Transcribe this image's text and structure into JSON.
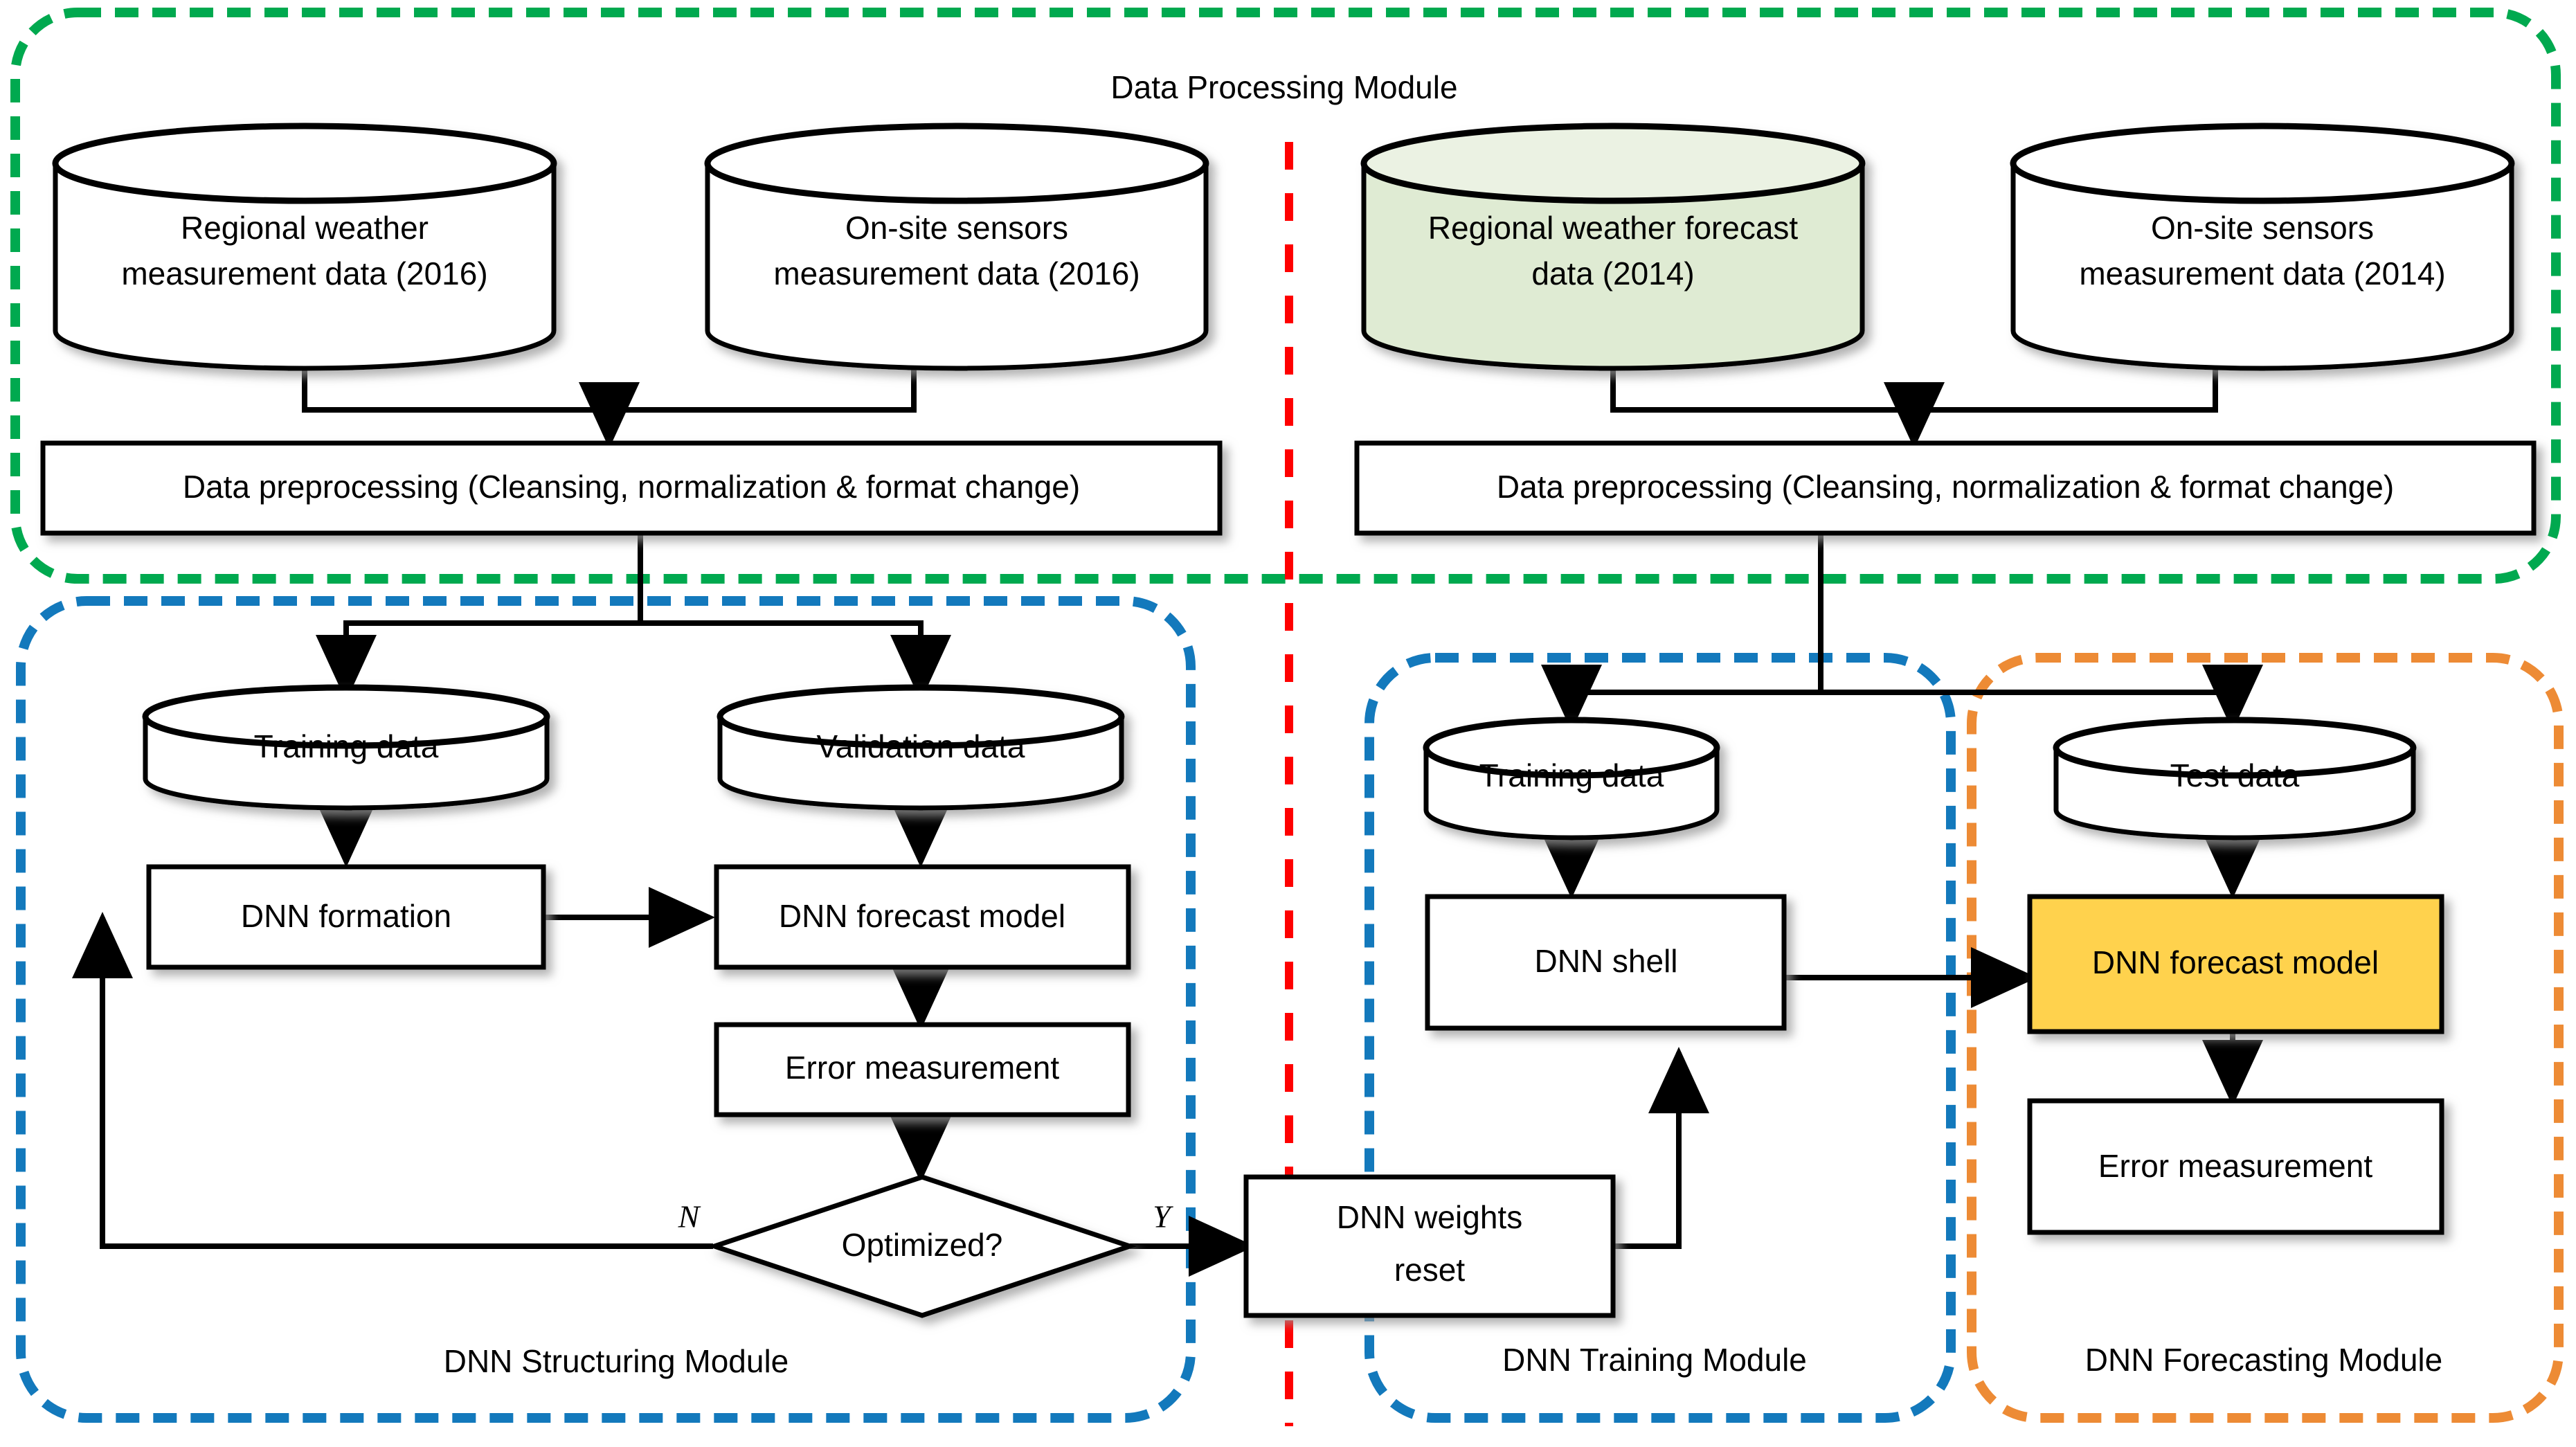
{
  "diagram": {
    "type": "flowchart",
    "title": "DNN weather forecasting pipeline block diagram",
    "colors": {
      "data_processing_border": "#00A94F",
      "dnn_structuring_border": "#1379BC",
      "dnn_training_border": "#1379BC",
      "dnn_forecasting_border": "#ED8B35",
      "vertical_divider": "#FF0000",
      "highlight_fill": "#FFD24D",
      "green_cylinder_fill": "#DFEBD3",
      "node_stroke": "#000000",
      "background": "#FFFFFF"
    },
    "modules": [
      {
        "id": "data-processing",
        "label": "Data Processing Module",
        "border_color": "#00A94F",
        "style": "dashed-rounded"
      },
      {
        "id": "dnn-structuring",
        "label": "DNN Structuring Module",
        "border_color": "#1379BC",
        "style": "dashed-rounded"
      },
      {
        "id": "dnn-training",
        "label": "DNN Training Module",
        "border_color": "#1379BC",
        "style": "dashed-rounded"
      },
      {
        "id": "dnn-forecasting",
        "label": "DNN Forecasting Module",
        "border_color": "#ED8B35",
        "style": "dashed-rounded"
      }
    ],
    "nodes": {
      "regional_weather_measurement_2016": {
        "label": "Regional weather\nmeasurement data (2016)",
        "shape": "cylinder",
        "fill": "#FFFFFF"
      },
      "onsite_sensors_measurement_2016": {
        "label": "On-site sensors\nmeasurement data (2016)",
        "shape": "cylinder",
        "fill": "#FFFFFF"
      },
      "regional_weather_forecast_2014": {
        "label": "Regional weather forecast\ndata (2014)",
        "shape": "cylinder",
        "fill": "#DFEBD3"
      },
      "onsite_sensors_measurement_2014": {
        "label": "On-site sensors\nmeasurement data (2014)",
        "shape": "cylinder",
        "fill": "#FFFFFF"
      },
      "preprocessing_left": {
        "label": "Data preprocessing (Cleansing, normalization & format change)",
        "shape": "rect",
        "fill": "#FFFFFF"
      },
      "preprocessing_right": {
        "label": "Data preprocessing (Cleansing, normalization & format change)",
        "shape": "rect",
        "fill": "#FFFFFF"
      },
      "training_data_left": {
        "label": "Training data",
        "shape": "cylinder",
        "fill": "#FFFFFF"
      },
      "validation_data": {
        "label": "Validation data",
        "shape": "cylinder",
        "fill": "#FFFFFF"
      },
      "dnn_formation": {
        "label": "DNN formation",
        "shape": "rect",
        "fill": "#FFFFFF"
      },
      "dnn_forecast_model_structuring": {
        "label": "DNN forecast model",
        "shape": "rect",
        "fill": "#FFFFFF"
      },
      "error_measurement_structuring": {
        "label": "Error measurement",
        "shape": "rect",
        "fill": "#FFFFFF"
      },
      "optimized_decision": {
        "label": "Optimized?",
        "shape": "diamond",
        "fill": "#FFFFFF"
      },
      "dnn_weights_reset": {
        "label": "DNN weights\nreset",
        "shape": "rect",
        "fill": "#FFFFFF"
      },
      "training_data_right": {
        "label": "Training data",
        "shape": "cylinder",
        "fill": "#FFFFFF"
      },
      "dnn_shell": {
        "label": "DNN shell",
        "shape": "rect",
        "fill": "#FFFFFF"
      },
      "test_data": {
        "label": "Test data",
        "shape": "cylinder",
        "fill": "#FFFFFF"
      },
      "dnn_forecast_model_final": {
        "label": "DNN forecast model",
        "shape": "rect",
        "fill": "#FFD24D"
      },
      "error_measurement_forecasting": {
        "label": "Error measurement",
        "shape": "rect",
        "fill": "#FFFFFF"
      }
    },
    "edge_labels": {
      "no": "N",
      "yes": "Y"
    },
    "node_text": {
      "regional_weather_2016_l1": "Regional weather",
      "regional_weather_2016_l2": "measurement data (2016)",
      "onsite_2016_l1": "On-site sensors",
      "onsite_2016_l2": "measurement data (2016)",
      "regional_forecast_2014_l1": "Regional weather forecast",
      "regional_forecast_2014_l2": "data (2014)",
      "onsite_2014_l1": "On-site sensors",
      "onsite_2014_l2": "measurement data (2014)",
      "preprocessing": "Data preprocessing (Cleansing, normalization & format change)",
      "training_data": "Training data",
      "validation_data": "Validation data",
      "dnn_formation": "DNN formation",
      "dnn_forecast_model": "DNN forecast model",
      "error_measurement": "Error measurement",
      "optimized": "Optimized?",
      "dnn_weights_reset_l1": "DNN weights",
      "dnn_weights_reset_l2": "reset",
      "dnn_shell": "DNN shell",
      "test_data": "Test data"
    },
    "module_labels": {
      "data_processing": "Data Processing Module",
      "dnn_structuring": "DNN Structuring Module",
      "dnn_training": "DNN Training Module",
      "dnn_forecasting": "DNN Forecasting Module"
    }
  }
}
